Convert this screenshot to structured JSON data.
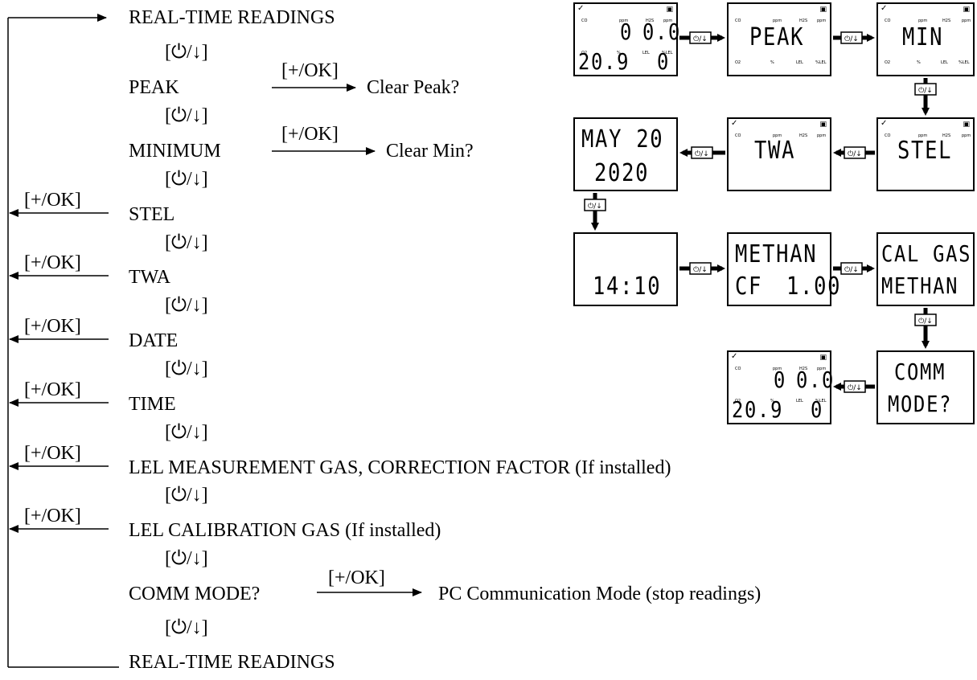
{
  "menu": {
    "nav_key": "[⏻/↓]",
    "ok_key": "[+/OK]",
    "items": [
      {
        "label": "REAL-TIME READINGS"
      },
      {
        "label": "PEAK",
        "action": "Clear Peak?"
      },
      {
        "label": "MINIMUM",
        "action": "Clear Min?"
      },
      {
        "label": "STEL"
      },
      {
        "label": "TWA"
      },
      {
        "label": "DATE"
      },
      {
        "label": "TIME"
      },
      {
        "label": "LEL MEASUREMENT GAS, CORRECTION FACTOR (If installed)"
      },
      {
        "label": "LEL CALIBRATION GAS (If installed)"
      },
      {
        "label": "COMM MODE?",
        "action": "PC Communication Mode (stop readings)"
      },
      {
        "label": "REAL-TIME READINGS"
      }
    ]
  },
  "screens": {
    "readings_1": {
      "line1_left": "0",
      "line1_right": "0.0",
      "line2_left": "20.9",
      "line2_right": "0",
      "labels": [
        "CO",
        "ppm",
        "H2S",
        "ppm",
        "O2",
        "%",
        "LEL",
        "%LEL"
      ]
    },
    "peak": {
      "line1": "PEAK",
      "labels": [
        "CO",
        "ppm",
        "H2S",
        "ppm",
        "O2",
        "%",
        "LEL",
        "%LEL"
      ]
    },
    "min": {
      "line1": "MIN",
      "labels": [
        "CO",
        "ppm",
        "H2S",
        "ppm",
        "O2",
        "%",
        "LEL",
        "%LEL"
      ]
    },
    "stel": {
      "line1": "STEL",
      "labels": [
        "CO",
        "ppm",
        "H2S",
        "ppm"
      ]
    },
    "twa": {
      "line1": "TWA",
      "labels": [
        "CO",
        "ppm",
        "H2S",
        "ppm"
      ]
    },
    "date": {
      "line1": "MAY 20",
      "line2": "2020"
    },
    "time": {
      "line2": "14:10"
    },
    "meas_gas": {
      "line1": "METHAN",
      "line2_left": "CF",
      "line2_right": "1.00"
    },
    "cal_gas": {
      "line1": "CAL GAS",
      "line2": "METHAN"
    },
    "comm": {
      "line1": "COMM",
      "line2": "MODE?"
    },
    "readings_2": {
      "line1_left": "0",
      "line1_right": "0.0",
      "line2_left": "20.9",
      "line2_right": "0",
      "labels": [
        "CO",
        "ppm",
        "H2S",
        "ppm",
        "O2",
        "%",
        "LEL",
        "%LEL"
      ]
    }
  },
  "arrow_key_label": "⏻/↓"
}
